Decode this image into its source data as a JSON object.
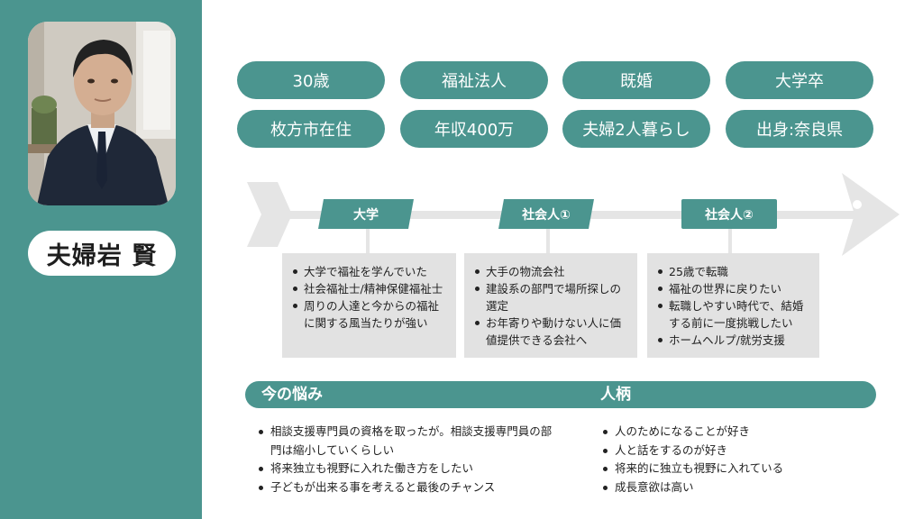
{
  "profile": {
    "name": "夫婦岩 賢",
    "photo_alt": "portrait-photo"
  },
  "attributes": [
    "30歳",
    "福祉法人",
    "既婚",
    "大学卒",
    "枚方市在住",
    "年収400万",
    "夫婦2人暮らし",
    "出身:奈良県"
  ],
  "timeline": {
    "stages": [
      {
        "label": "大学",
        "items": [
          "大学で福祉を学んでいた",
          "社会福祉士/精神保健福祉士",
          "周りの人達と今からの福祉に関する風当たりが強い"
        ]
      },
      {
        "label": "社会人①",
        "items": [
          "大手の物流会社",
          "建設系の部門で場所探しの選定",
          "お年寄りや動けない人に価値提供できる会社へ"
        ]
      },
      {
        "label": "社会人②",
        "items": [
          "25歳で転職",
          "福祉の世界に戻りたい",
          "転職しやすい時代で、結婚する前に一度挑戦したい",
          "ホームヘルプ/就労支援"
        ]
      }
    ]
  },
  "worries": {
    "title": "今の悩み",
    "items": [
      "相談支援専門員の資格を取ったが。相談支援専門員の部門は縮小していくらしい",
      "将来独立も視野に入れた働き方をしたい",
      "子どもが出来る事を考えると最後のチャンス"
    ]
  },
  "personality": {
    "title": "人柄",
    "items": [
      "人のためになることが好き",
      "人と話をするのが好き",
      "将来的に独立も視野に入れている",
      "成長意欲は高い"
    ]
  },
  "colors": {
    "accent": "#4b958f",
    "box": "#e2e2e2",
    "arrow": "#e5e5e5"
  }
}
